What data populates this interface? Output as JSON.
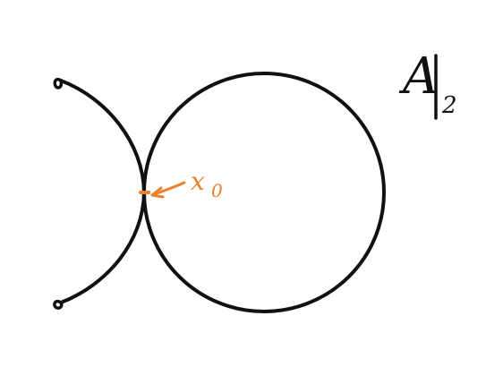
{
  "labels": {
    "space_name": "A",
    "space_subscript": "2",
    "point_name": "x",
    "point_subscript": "0"
  },
  "colors": {
    "ink": "#111111",
    "accent": "#f07f2c",
    "background": "#ffffff"
  }
}
